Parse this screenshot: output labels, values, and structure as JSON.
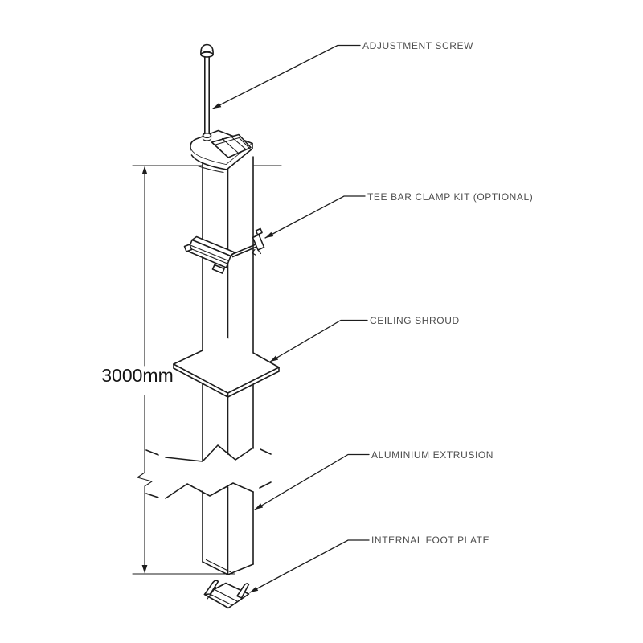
{
  "page": {
    "background": "#ffffff"
  },
  "drawing": {
    "type": "technical-isometric-diagram",
    "subject": "ceiling-mounted-post-assembly",
    "dimension": {
      "value": "3000mm"
    },
    "callouts": [
      {
        "id": "adjustment-screw",
        "text": "ADJUSTMENT SCREW"
      },
      {
        "id": "tee-bar-clamp-kit",
        "text": "TEE BAR CLAMP KIT (OPTIONAL)"
      },
      {
        "id": "ceiling-shroud",
        "text": "CEILING SHROUD"
      },
      {
        "id": "aluminium-extrusion",
        "text": "ALUMINIUM EXTRUSION"
      },
      {
        "id": "internal-foot-plate",
        "text": "INTERNAL FOOT PLATE"
      }
    ],
    "colors": {
      "line": "#1d1d1d",
      "label_text": "#4d4d4d",
      "dimension_text": "#141414",
      "background": "#ffffff"
    }
  }
}
